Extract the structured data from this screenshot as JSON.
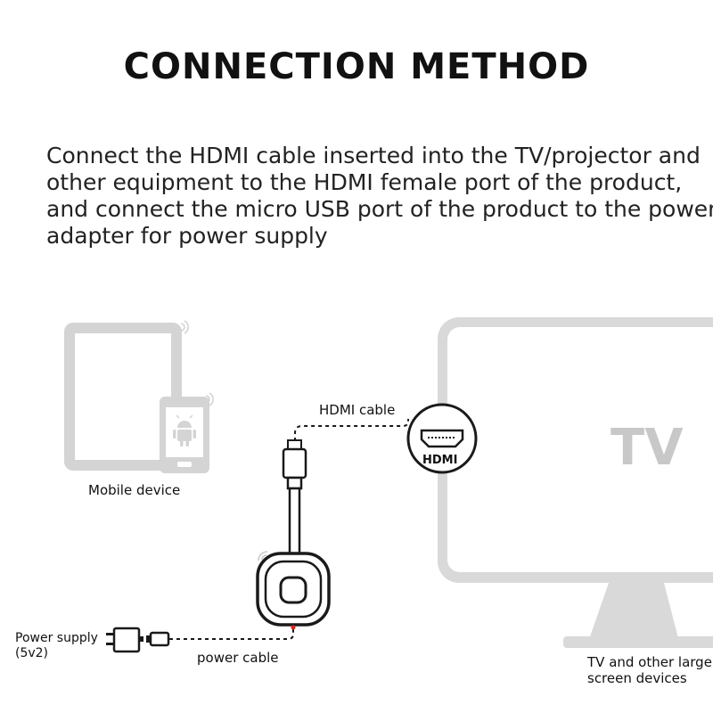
{
  "title": "CONNECTION METHOD",
  "description": [
    "Connect the HDMI cable inserted into the TV/projector and",
    "other equipment to the HDMI female port of the product,",
    "and connect the micro USB port of the product to the power",
    "adapter for power supply"
  ],
  "labels": {
    "mobile_device": "Mobile device",
    "hdmi_cable": "HDMI cable",
    "hdmi_port": "HDMI",
    "tv_screen": "TV",
    "tv_caption_line1": "TV and other large",
    "tv_caption_line2": "screen devices",
    "power_supply_line1": "Power supply",
    "power_supply_line2": "(5v2)",
    "power_cable": "power cable"
  },
  "colors": {
    "device_gray": "#d4d4d4",
    "tv_gray": "#d9d9d9",
    "dark": "#1a1a1a",
    "port_dot": "#e0201e"
  },
  "icons": [
    "wifi-signal-icon",
    "android-icon",
    "hdmi-port-icon",
    "power-adapter-icon",
    "micro-usb-plug-icon"
  ]
}
